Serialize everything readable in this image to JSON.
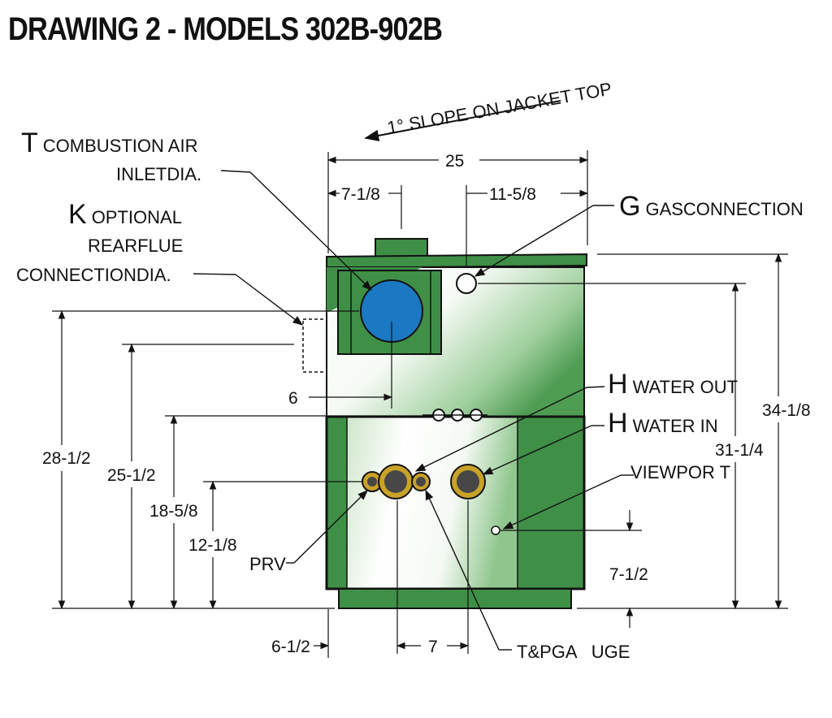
{
  "title": "DRAWING 2 - MODELS 302B-902B",
  "slope_note": "1° SLOPE ON JACKET TOP",
  "labels": {
    "combustion_letter": "T",
    "combustion_line1": "COMBUSTION AIR",
    "combustion_line2": "INLETDIA.",
    "rearflue_letter": "K",
    "rearflue_line1": "OPTIONAL",
    "rearflue_line2": "REARFLUE",
    "rearflue_line3": "CONNECTIONDIA.",
    "gas_letter": "G",
    "gas_text": "GASCONNECTION",
    "water_out_letter": "H",
    "water_out_text": "WATER OUT",
    "water_in_letter": "H",
    "water_in_text": "WATER IN",
    "viewport": "VIEWPOR T",
    "prv": "PRV",
    "tp_gauge": "T&PGA   UGE"
  },
  "dimensions": {
    "width_total": "25",
    "left_offset": "7-1/8",
    "right_offset": "11-5/8",
    "air_inlet_offset": "6",
    "base_offset": "6-1/2",
    "water_spacing": "7",
    "height_inlet": "28-1/2",
    "height_rearflue": "25-1/2",
    "height_lower_panel": "18-5/8",
    "height_water": "12-1/8",
    "height_total": "34-1/8",
    "height_gas": "31-1/4",
    "height_viewport": "7-1/2"
  },
  "colors": {
    "jacket_green": "#3f8f47",
    "jacket_green_dark": "#2f7336",
    "panel_light": "#ffffff",
    "inlet_blue": "#1b78c2",
    "fitting_gold": "#c9a227",
    "fitting_core": "#474747",
    "line": "#111111"
  }
}
